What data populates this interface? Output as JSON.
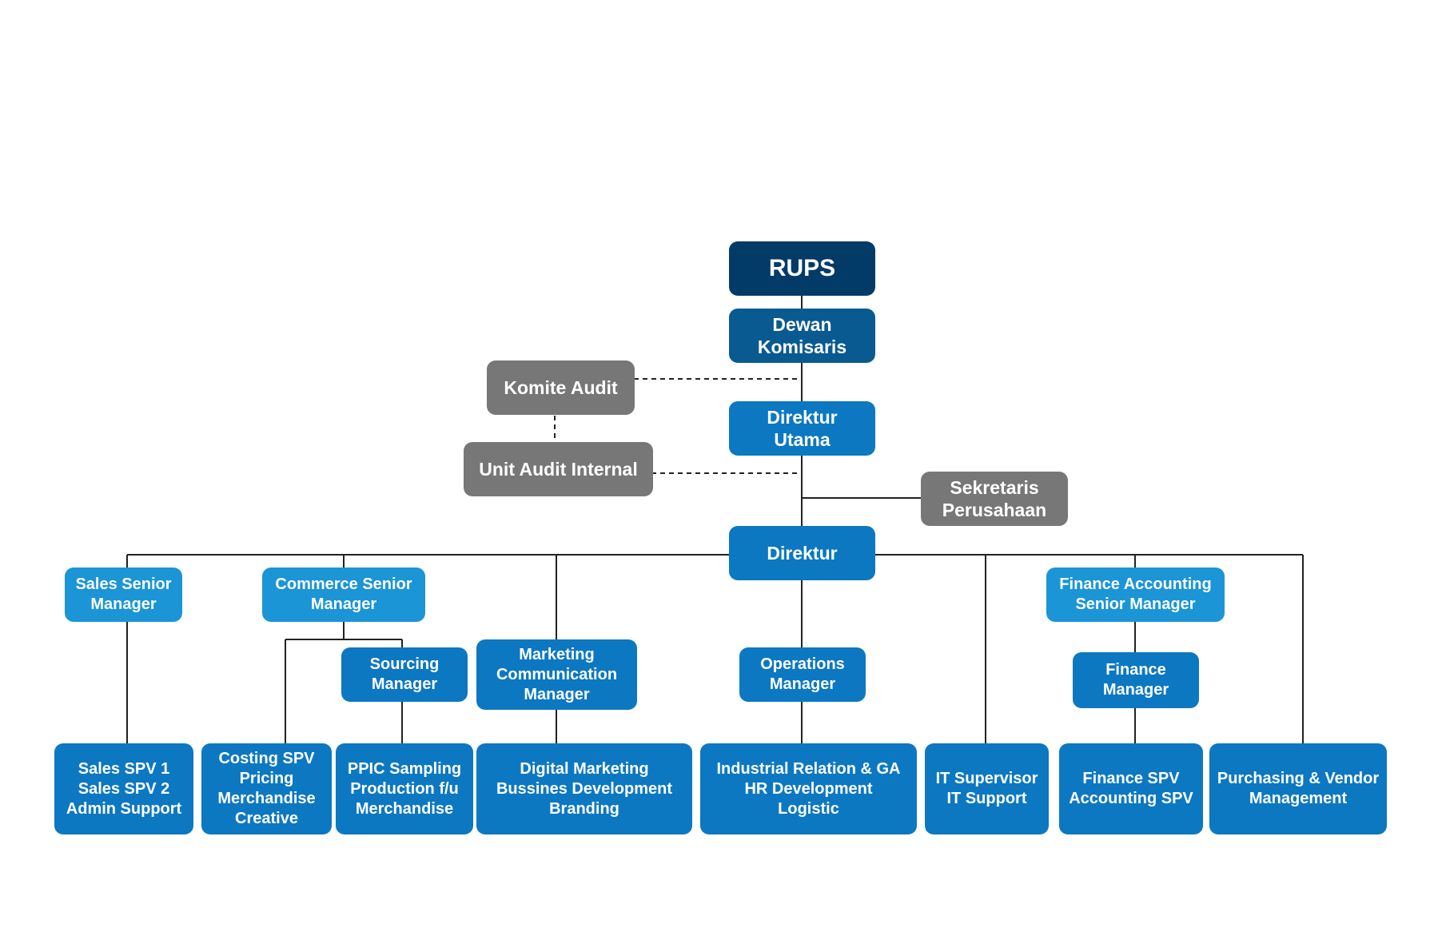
{
  "colors": {
    "dark_navy": "#033b68",
    "navy": "#0a5a92",
    "blue": "#0c78c2",
    "light_blue": "#1b95d6",
    "gray": "#777777",
    "line": "#222222"
  },
  "nodes": {
    "rups": [
      "RUPS"
    ],
    "dewan_komisaris": [
      "Dewan",
      "Komisaris"
    ],
    "komite_audit": [
      "Komite Audit"
    ],
    "direktur_utama": [
      "Direktur",
      "Utama"
    ],
    "unit_audit_internal": [
      "Unit Audit Internal"
    ],
    "sekretaris_perusahaan": [
      "Sekretaris",
      "Perusahaan"
    ],
    "direktur": [
      "Direktur"
    ],
    "sales_senior_manager": [
      "Sales Senior",
      "Manager"
    ],
    "commerce_senior_manager": [
      "Commerce Senior",
      "Manager"
    ],
    "sourcing_manager": [
      "Sourcing",
      "Manager"
    ],
    "marketing_communication_manager": [
      "Marketing",
      "Communication",
      "Manager"
    ],
    "operations_manager": [
      "Operations",
      "Manager"
    ],
    "finance_accounting_senior_manager": [
      "Finance Accounting",
      "Senior Manager"
    ],
    "finance_manager": [
      "Finance",
      "Manager"
    ],
    "sales_spv": [
      "Sales SPV 1",
      "Sales SPV 2",
      "Admin Support"
    ],
    "costing_spv": [
      "Costing SPV",
      "Pricing",
      "Merchandise",
      "Creative"
    ],
    "ppic_sampling": [
      "PPIC Sampling",
      "Production f/u",
      "Merchandise"
    ],
    "digital_marketing": [
      "Digital Marketing",
      "Bussines Development",
      "Branding"
    ],
    "industrial_relation": [
      "Industrial Relation & GA",
      "HR Development",
      "Logistic"
    ],
    "it_supervisor": [
      "IT Supervisor",
      "IT Support"
    ],
    "finance_spv": [
      "Finance SPV",
      "Accounting SPV"
    ],
    "purchasing_vendor": [
      "Purchasing & Vendor",
      "Management"
    ]
  }
}
